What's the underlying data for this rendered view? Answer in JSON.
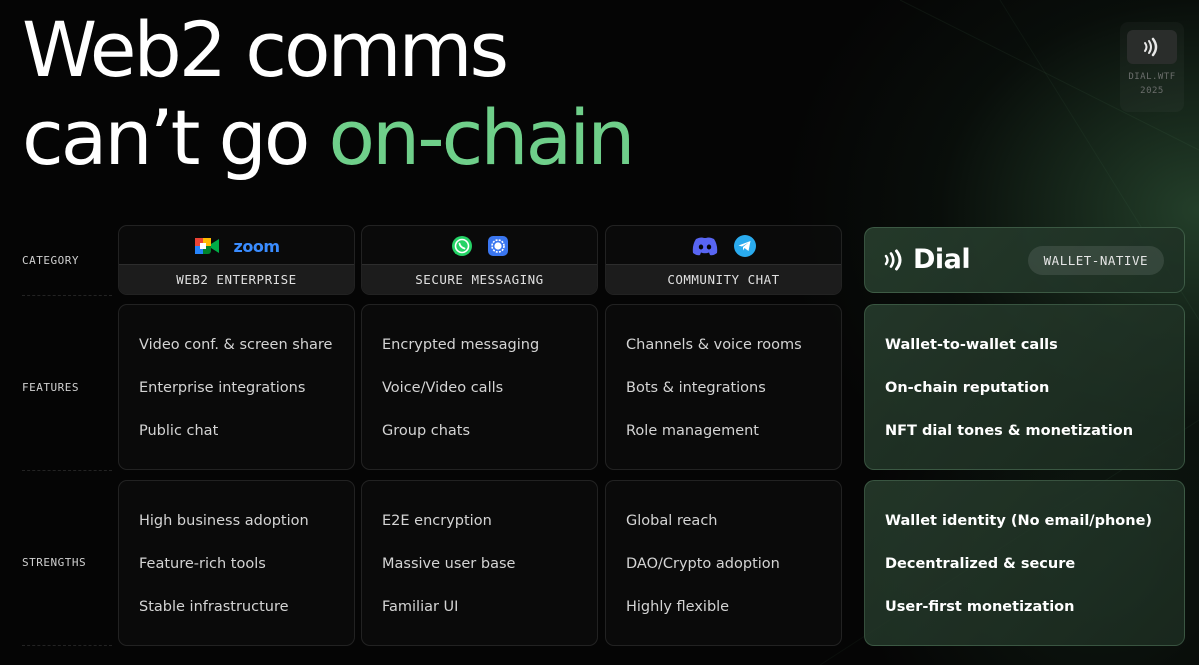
{
  "headline": {
    "line1": "Web2 comms",
    "line2_prefix": "can’t go ",
    "line2_accent": "on-chain"
  },
  "brand_badge": {
    "site": "DIAL.WTF",
    "year": "2025",
    "icon": "dial-logo-icon"
  },
  "row_labels": {
    "category": "CATEGORY",
    "features": "FEATURES",
    "strengths": "STRENGTHS"
  },
  "columns": [
    {
      "category": "WEB2 ENTERPRISE",
      "icons": [
        "google-meet-icon",
        "zoom-logo"
      ],
      "zoom_text": "zoom",
      "features": [
        "Video conf. & screen share",
        "Enterprise integrations",
        "Public chat"
      ],
      "strengths": [
        "High business adoption",
        "Feature-rich tools",
        "Stable infrastructure"
      ]
    },
    {
      "category": "SECURE MESSAGING",
      "icons": [
        "whatsapp-icon",
        "signal-icon"
      ],
      "features": [
        "Encrypted messaging",
        "Voice/Video calls",
        "Group chats"
      ],
      "strengths": [
        "E2E encryption",
        "Massive user base",
        "Familiar UI"
      ]
    },
    {
      "category": "COMMUNITY CHAT",
      "icons": [
        "discord-icon",
        "telegram-icon"
      ],
      "features": [
        "Channels & voice rooms",
        "Bots & integrations",
        "Role management"
      ],
      "strengths": [
        "Global reach",
        "DAO/Crypto adoption",
        "Highly flexible"
      ]
    }
  ],
  "dial": {
    "name": "Dial",
    "pill": "WALLET-NATIVE",
    "features": [
      "Wallet-to-wallet calls",
      "On-chain reputation",
      "NFT dial tones & monetization"
    ],
    "strengths": [
      "Wallet identity (No email/phone)",
      "Decentralized & secure",
      "User-first monetization"
    ]
  },
  "colors": {
    "accent_green": "#6fcf8a",
    "background": "#050505",
    "zoom_blue": "#3a8cff"
  }
}
